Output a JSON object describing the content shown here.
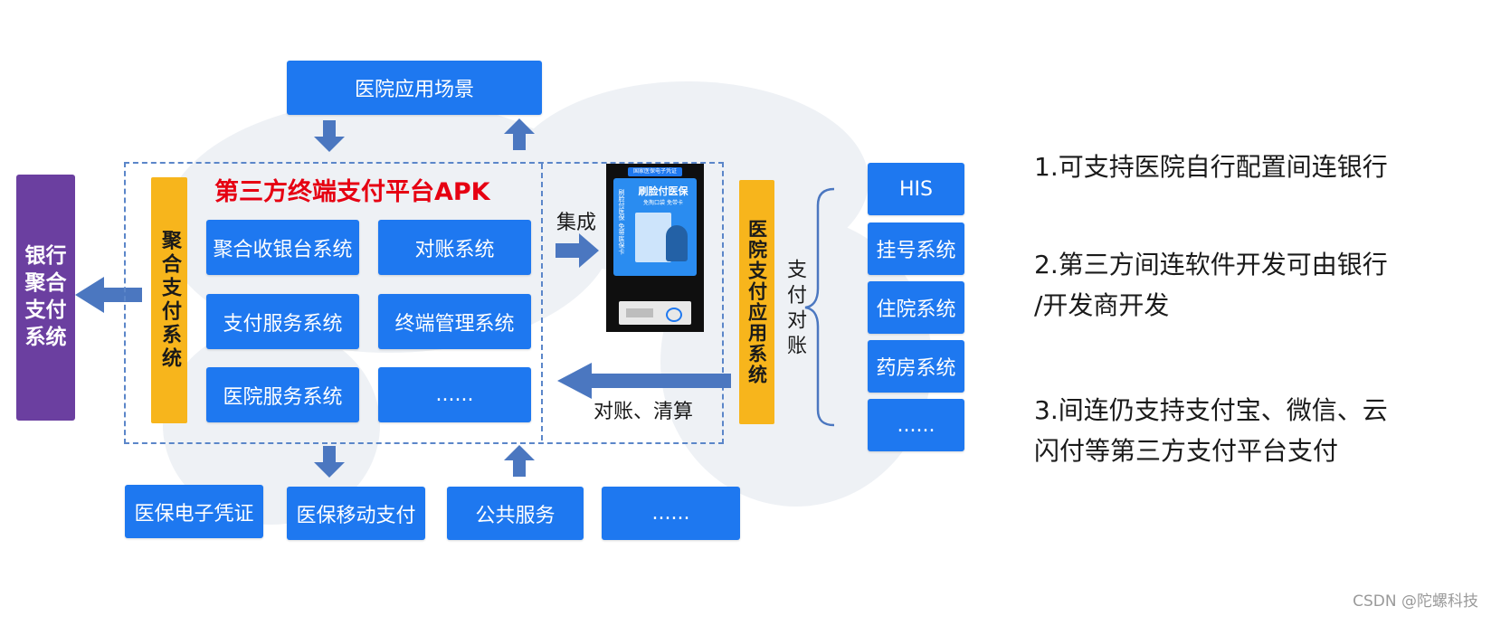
{
  "top_box": "医院应用场景",
  "bank_box": "银行\n聚合\n支付\n系统",
  "platform_title": "第三方终端支付平台APK",
  "left_yellow": "聚合支付系统",
  "systems": [
    "聚合收银台系统",
    "对账系统",
    "支付服务系统",
    "终端管理系统",
    "医院服务系统",
    "......"
  ],
  "integrate_label": "集成",
  "reconcile_label": "对账、清算",
  "right_yellow": "医院支付应用系统",
  "payment_reconcile_label": "支付对账",
  "hospital_systems": [
    "HIS",
    "挂号系统",
    "住院系统",
    "药房系统",
    "......"
  ],
  "bottom_boxes": [
    "医保电子凭证",
    "医保移动支付",
    "公共服务",
    "......"
  ],
  "kiosk": {
    "header": "国家医保电子凭证",
    "title": "刷脸付医保",
    "subtitle": "免掏口袋 免带卡",
    "side": "刷脸付医保 免带医保卡"
  },
  "notes": [
    "1.可支持医院自行配置间连银行",
    "2.第三方间连软件开发可由银行\n/开发商开发",
    "3.间连仍支持支付宝、微信、云\n闪付等第三方支付平台支付"
  ],
  "watermark_text": "CSDN @陀螺科技",
  "colors": {
    "blue": "#1e78f0",
    "yellow": "#f7b51c",
    "purple": "#6b3fa0",
    "arrow": "#4b77c0",
    "title_red": "#e60012"
  }
}
